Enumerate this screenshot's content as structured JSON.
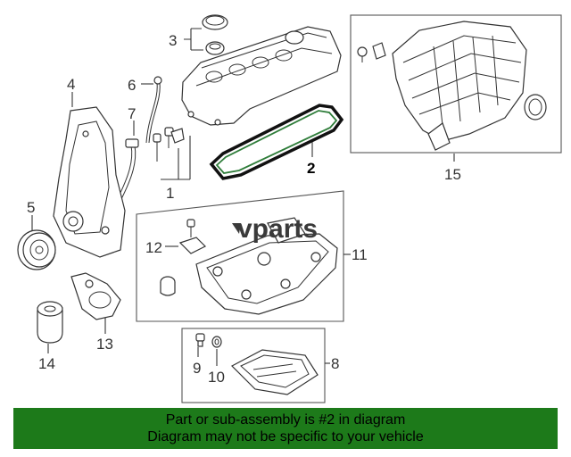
{
  "callouts": {
    "c1": "1",
    "c2": "2",
    "c3": "3",
    "c4": "4",
    "c5": "5",
    "c6": "6",
    "c7": "7",
    "c8": "8",
    "c9": "9",
    "c10": "10",
    "c11": "11",
    "c12": "12",
    "c13": "13",
    "c14": "14",
    "c15": "15"
  },
  "highlighted_part": "2",
  "watermark": {
    "text": "vparts"
  },
  "banner": {
    "line1": "Part or sub-assembly is #2 in diagram",
    "line2": "Diagram may not be specific to your vehicle",
    "color": "#1d7a1a"
  },
  "colors": {
    "line": "#333333",
    "highlight": "#2f7d3a"
  }
}
